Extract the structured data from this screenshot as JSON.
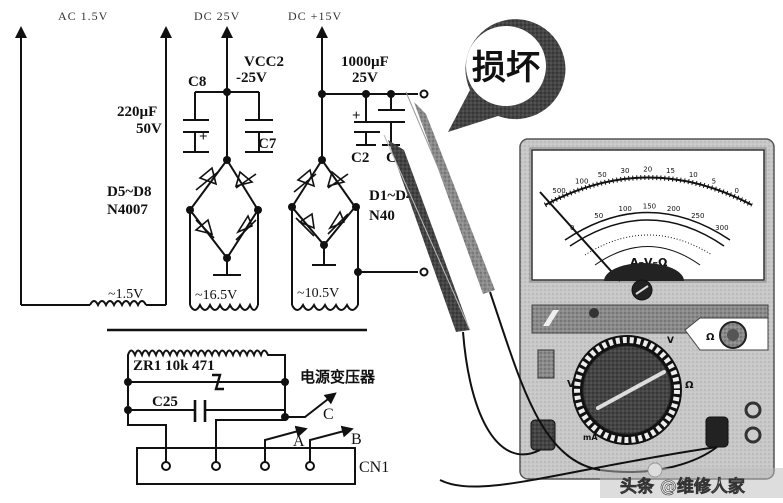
{
  "schematic": {
    "rails": {
      "ac_label": "AC 1.5V",
      "dc_neg_label": "DC  25V",
      "dc_pos_label": "DC +15V"
    },
    "vcc2": {
      "name": "VCC2",
      "voltage": "-25V"
    },
    "c8": {
      "name": "C8",
      "value": "220µF",
      "voltage": "50V"
    },
    "c7": {
      "name": "C7"
    },
    "c2_c1_value": {
      "capacitance": "1000µF",
      "voltage": "25V"
    },
    "c2": {
      "name": "C2"
    },
    "c1": {
      "name": "C1"
    },
    "bridge_left": {
      "name": "D5~D8",
      "part": "N4007"
    },
    "bridge_right": {
      "name": "D1~D4",
      "part": "N40"
    },
    "windings": {
      "w1": "~1.5V",
      "w2": "~16.5V",
      "w3": "~10.5V"
    },
    "primary": {
      "varistor": "ZR1  10k 471",
      "capacitor": "C25",
      "transformer_label": "电源变压器",
      "taps": {
        "a": "A",
        "b": "B",
        "c": "C"
      },
      "connector": "CN1"
    },
    "plus_sign": "+"
  },
  "callout": {
    "text": "损坏"
  },
  "multimeter": {
    "scale_label": "A–V–Ω",
    "ohm_scale": [
      "500",
      "100",
      "50",
      "30",
      "20",
      "15",
      "10",
      "5",
      "0"
    ],
    "volt_scale": [
      "0",
      "50",
      "100",
      "150",
      "200",
      "250",
      "300"
    ],
    "dial_marks": {
      "v": "V",
      "ohm": "Ω",
      "ma": "mA",
      "v_dc": "V"
    },
    "adjust_label": "Ω"
  },
  "watermark": {
    "text": "头条 @维修人家"
  }
}
